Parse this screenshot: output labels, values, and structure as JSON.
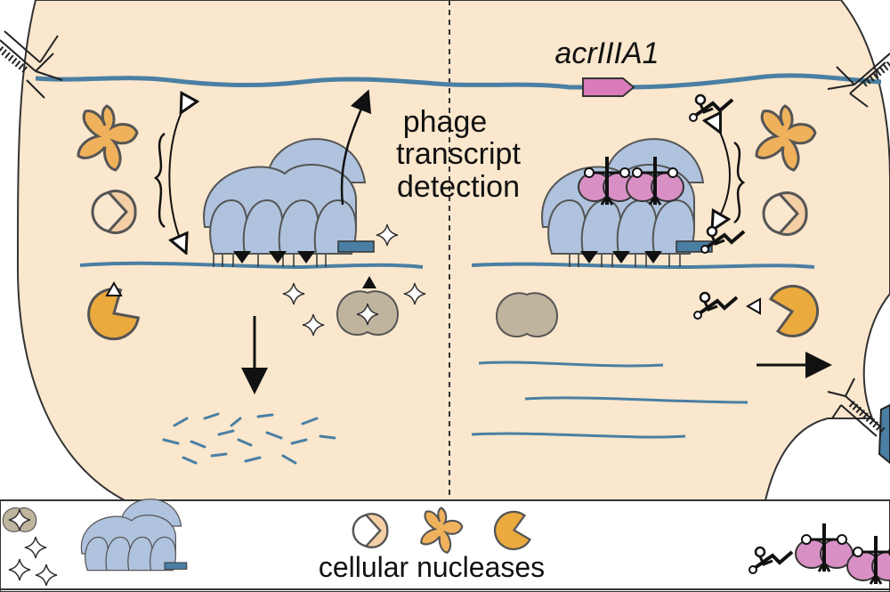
{
  "diagram": {
    "gene_label": "acrIIIA1",
    "phage_label_line1": "phage",
    "phage_label_line2": "transcript",
    "phage_label_line3": "detection",
    "legend_label": "cellular nucleases"
  },
  "colors": {
    "cytoplasm": "#fae7cd",
    "dna_strand": "#4a7fa3",
    "cas_complex": "#afc3de",
    "acr_gene": "#d97bb8",
    "pink_protein": "#d890c4",
    "nuclease_orange": "#eaaa3e",
    "nuclease_light": "#f4cfa5",
    "nuclease_star": "#efb15b",
    "nuclease_grey": "#bfb49e",
    "outline": "#222222"
  },
  "icons": [
    "nuclease-star-icon",
    "nuclease-crescent-icon",
    "nuclease-pacman-icon",
    "cas-complex-icon",
    "cleaved-rna-icon",
    "anti-crispr-icon",
    "phage-tail-icon"
  ]
}
